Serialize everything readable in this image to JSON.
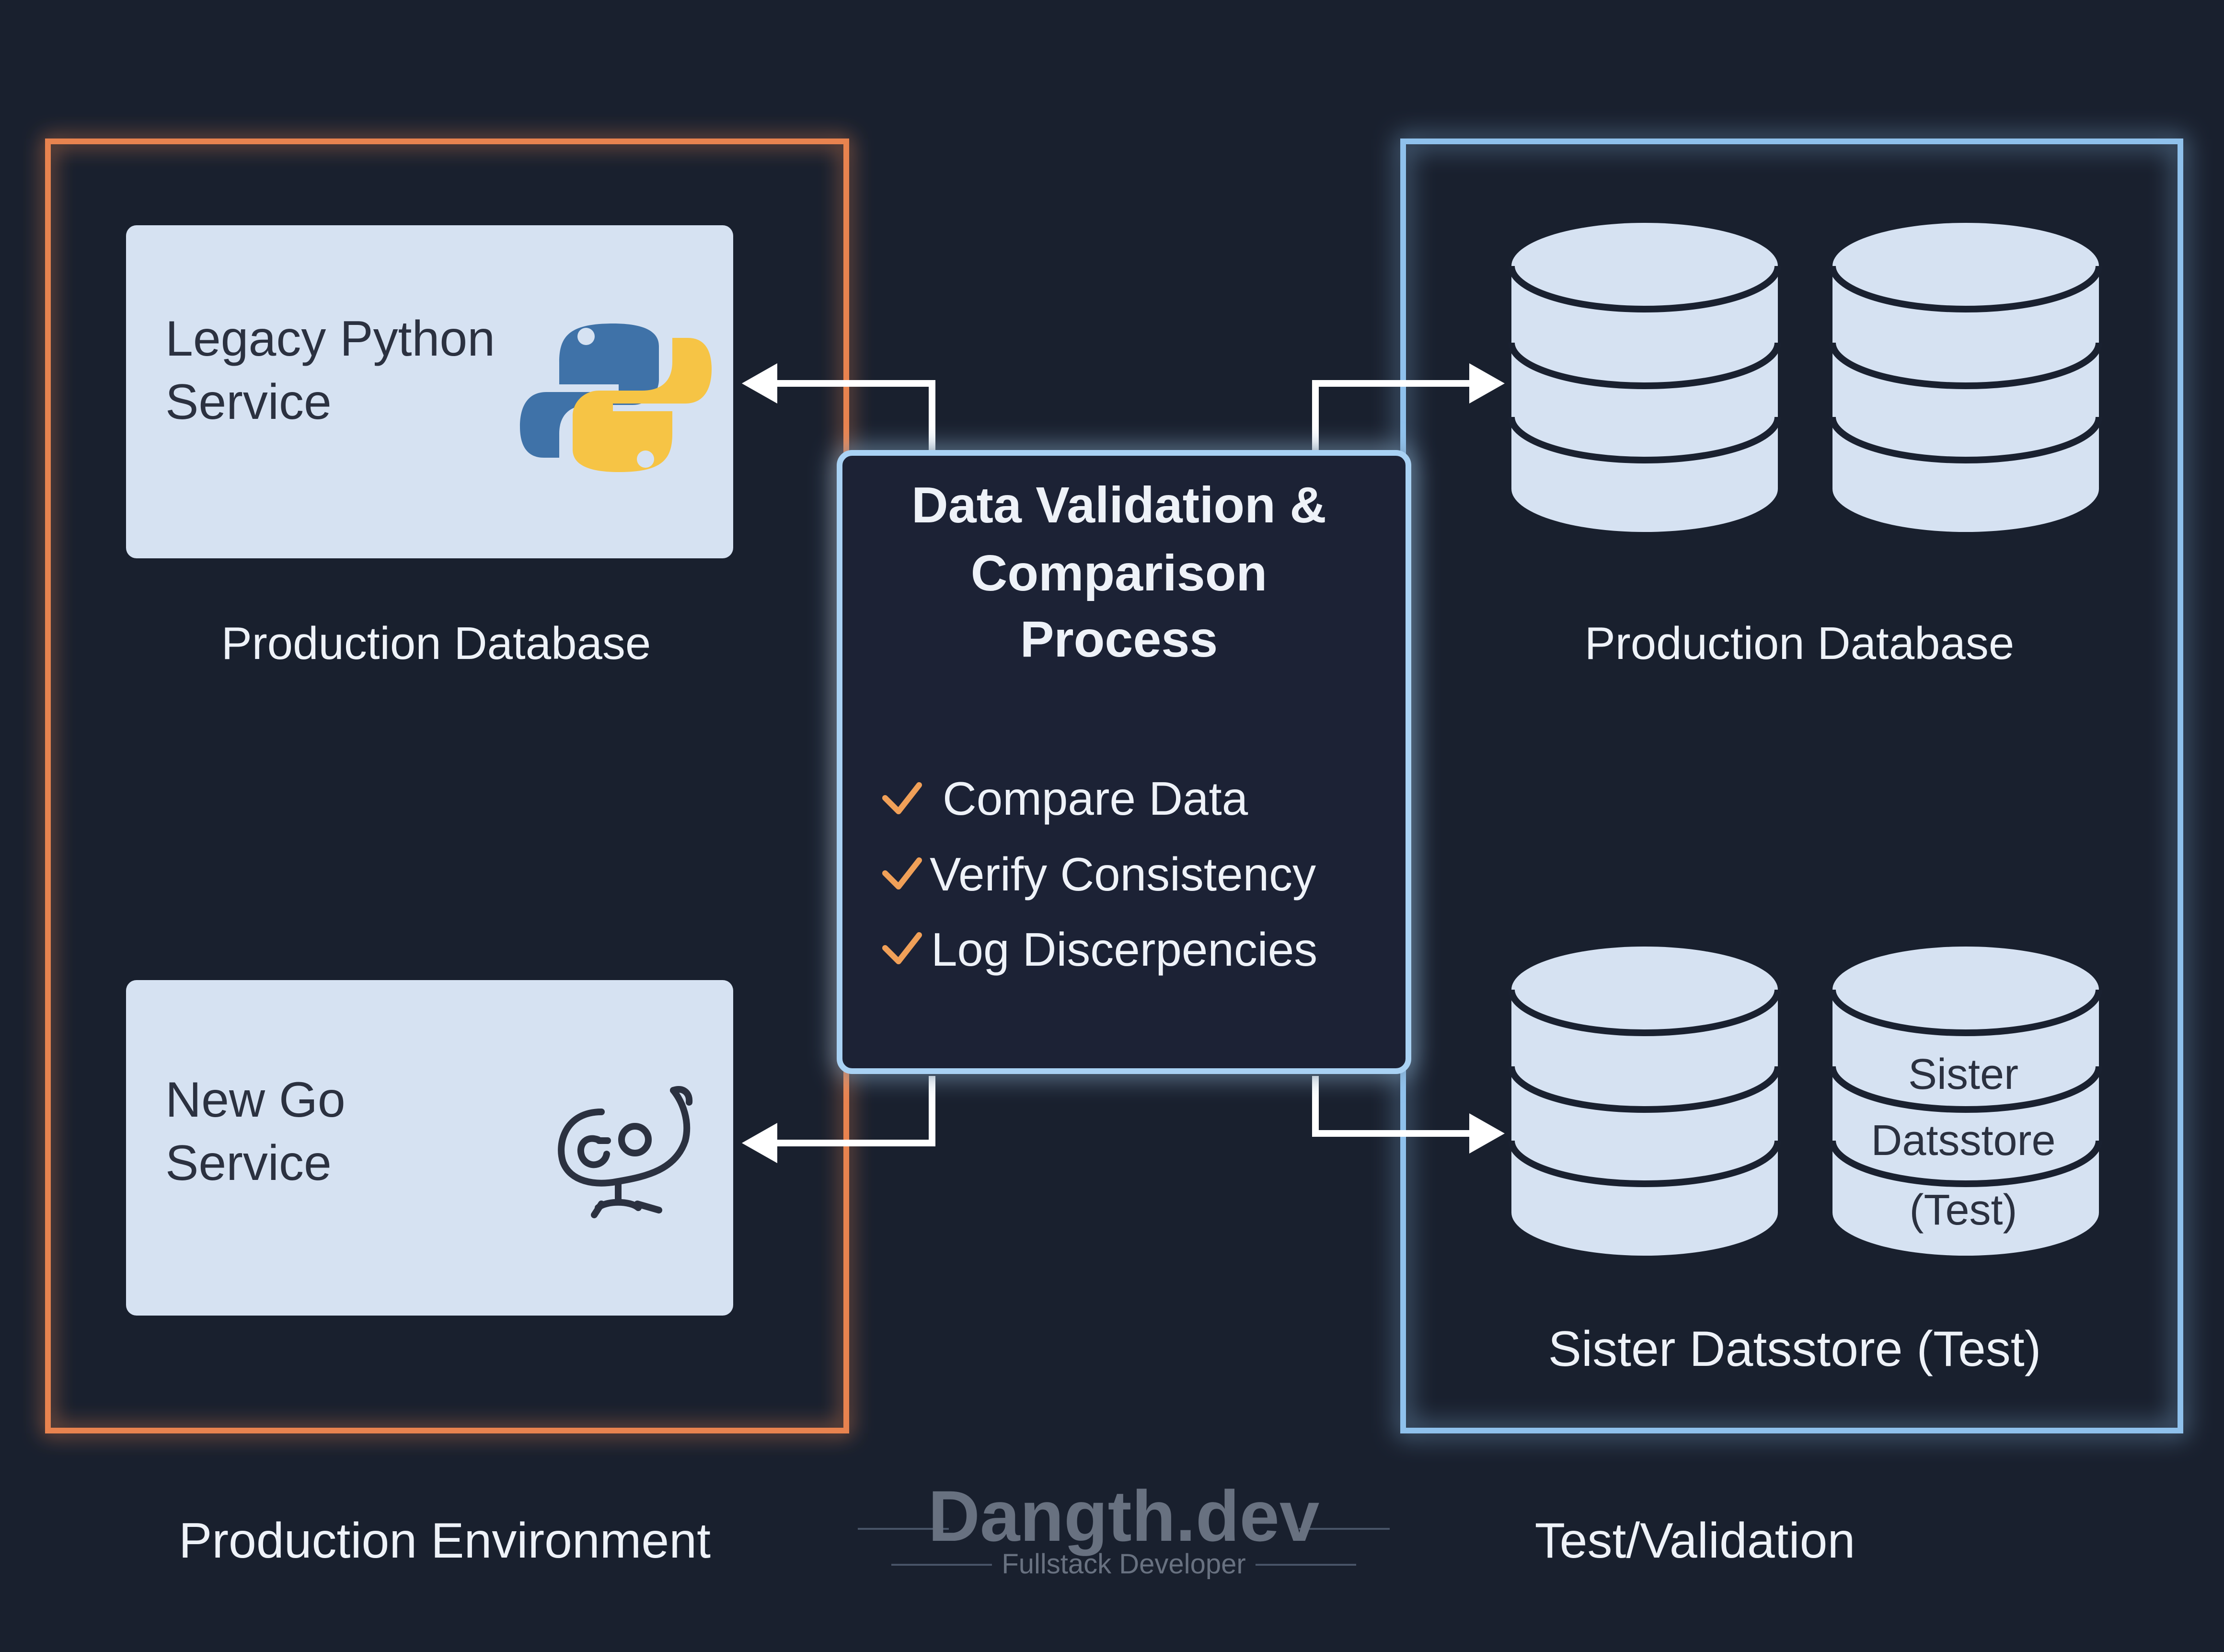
{
  "production_panel": {
    "python_card": {
      "line1": "Legacy Python",
      "line2": "Service"
    },
    "python_caption": "Production Database",
    "go_card": {
      "line1": "New Go",
      "line2": "Service"
    },
    "caption": "Production Environment"
  },
  "validation_box": {
    "title_line1": "Data Validation &",
    "title_line2": "Comparison",
    "title_line3": "Process",
    "checklist": [
      "Compare Data",
      "Verify Consistency",
      "Log Discerpencies"
    ]
  },
  "test_panel": {
    "top_caption": "Production Database",
    "sister_db": {
      "line1": "Sister",
      "line2": "Datsstore",
      "line3": "(Test)"
    },
    "bottom_caption": "Sister Datsstore (Test)",
    "caption": "Test/Validation"
  },
  "watermark": {
    "brand": "Dangth.dev",
    "tagline": "Fullstack Developer"
  },
  "icons": {
    "python": "python-logo-icon",
    "go": "go-gopher-icon",
    "check": "checkmark-icon",
    "database": "database-icon"
  },
  "colors": {
    "background": "#19202e",
    "production_border": "#e8834f",
    "test_border": "#8fc1ec",
    "card_fill": "#d6e2f2",
    "check": "#f0a058",
    "python_blue": "#3f72a8",
    "python_yellow": "#f6c445"
  }
}
